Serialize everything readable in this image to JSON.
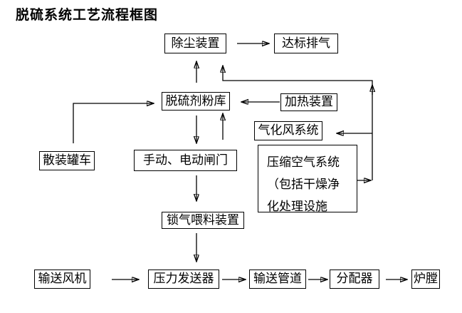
{
  "title": "脱硫系统工艺流程框图",
  "nodes": {
    "dust_collector": "除尘装置",
    "compliant_exhaust": "达标排气",
    "desulfurizer_silo": "脱硫剂粉库",
    "heating_device": "加热装置",
    "gasification_air_system": "气化风系统",
    "bulk_tanker": "散装罐车",
    "manual_electric_gate": "手动、电动闸门",
    "compressed_air_system": "压缩空气系统\n（包括干燥净\n化处理设施",
    "airlock_feeder": "锁气喂料装置",
    "conveying_fan": "输送风机",
    "pressure_transmitter": "压力发送器",
    "conveying_pipeline": "输送管道",
    "distributor": "分配器",
    "furnace": "炉膛"
  },
  "edges": [
    {
      "from": "除尘装置",
      "to": "达标排气"
    },
    {
      "from": "脱硫剂粉库",
      "to": "除尘装置"
    },
    {
      "from": "压缩空气系统",
      "to": "除尘装置"
    },
    {
      "from": "压缩空气系统",
      "to": "气化风系统"
    },
    {
      "from": "加热装置",
      "to": "脱硫剂粉库"
    },
    {
      "from": "散装罐车",
      "to": "脱硫剂粉库"
    },
    {
      "from": "脱硫剂粉库",
      "to": "手动、电动闸门"
    },
    {
      "from": "手动、电动闸门",
      "to": "脱硫剂粉库"
    },
    {
      "from": "手动、电动闸门",
      "to": "锁气喂料装置"
    },
    {
      "from": "锁气喂料装置",
      "to": "压力发送器"
    },
    {
      "from": "输送风机",
      "to": "压力发送器"
    },
    {
      "from": "压力发送器",
      "to": "输送管道"
    },
    {
      "from": "输送管道",
      "to": "分配器"
    },
    {
      "from": "分配器",
      "to": "炉膛"
    }
  ],
  "colors": {
    "background": "#ffffff",
    "line": "#000000",
    "box_border": "#000000",
    "text": "#000000"
  }
}
